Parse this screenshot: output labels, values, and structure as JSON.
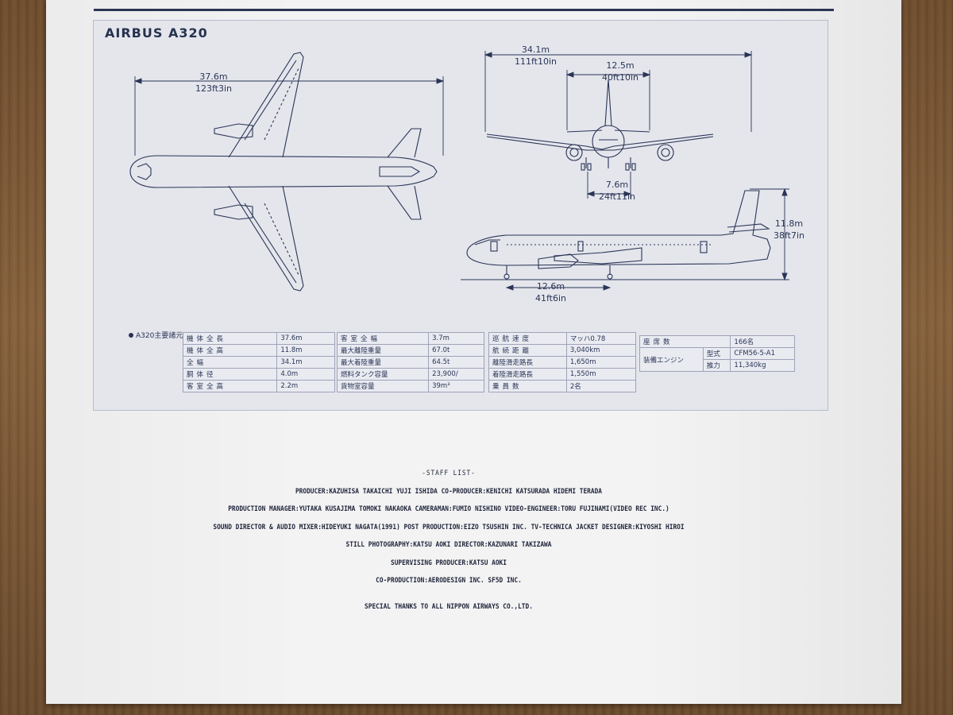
{
  "document": {
    "title": "AIRBUS A320",
    "dimensions": {
      "span": {
        "m": "37.6m",
        "ft": "123ft3in"
      },
      "tailplane_span": {
        "m": "12.5m",
        "ft": "40ft10in"
      },
      "overall_length": {
        "m": "34.1m",
        "ft": "111ft10in"
      },
      "track": {
        "m": "7.6m",
        "ft": "24ft11in"
      },
      "height": {
        "m": "11.8m",
        "ft": "38ft7in"
      },
      "wheelbase": {
        "m": "12.6m",
        "ft": "41ft6in"
      }
    },
    "spec_heading": "A320主要諸元",
    "spec_tables": [
      {
        "rows": [
          {
            "label": "機体全長",
            "value": "37.6m"
          },
          {
            "label": "機体全高",
            "value": "11.8m"
          },
          {
            "label": "全幅",
            "value": "34.1m"
          },
          {
            "label": "胴体径",
            "value": "4.0m"
          },
          {
            "label": "客室全高",
            "value": "2.2m"
          }
        ]
      },
      {
        "rows": [
          {
            "label": "客室全幅",
            "value": "3.7m"
          },
          {
            "label": "最大離陸重量",
            "value": "67.0t"
          },
          {
            "label": "最大着陸重量",
            "value": "64.5t"
          },
          {
            "label": "燃料タンク容量",
            "value": "23,900/"
          },
          {
            "label": "貨物室容量",
            "value": "39m³"
          }
        ]
      },
      {
        "rows": [
          {
            "label": "巡航速度",
            "value": "マッハ0.78"
          },
          {
            "label": "航続距離",
            "value": "3,040km"
          },
          {
            "label": "離陸滑走路長",
            "value": "1,650m"
          },
          {
            "label": "着陸滑走路長",
            "value": "1,550m"
          },
          {
            "label": "乗員数",
            "value": "2名"
          }
        ]
      }
    ],
    "spec_table_4": {
      "seats_label": "座席数",
      "seats_value": "166名",
      "engine_label": "装備エンジン",
      "engine_type_label": "型式",
      "engine_type_value": "CFM56-5-A1",
      "thrust_label": "推力",
      "thrust_value": "11,340kg"
    },
    "staff": {
      "heading": "-STAFF LIST-",
      "lines": [
        "PRODUCER:KAZUHISA TAKAICHI YUJI ISHIDA CO-PRODUCER:KENICHI KATSURADA HIDEMI TERADA",
        "PRODUCTION MANAGER:YUTAKA KUSAJIMA TOMOKI NAKAOKA CAMERAMAN:FUMIO NISHINO VIDEO-ENGINEER:TORU FUJINAMI(VIDEO REC INC.)",
        "SOUND DIRECTOR & AUDIO MIXER:HIDEYUKI NAGATA(1991) POST PRODUCTION:EIZO TSUSHIN INC. TV-TECHNICA JACKET DESIGNER:KIYOSHI HIROI",
        "STILL PHOTOGRAPHY:KATSU AOKI DIRECTOR:KAZUNARI TAKIZAWA",
        "SUPERVISING PRODUCER:KATSU AOKI",
        "CO-PRODUCTION:AERODESIGN INC. SF5D INC."
      ],
      "thanks": "SPECIAL THANKS TO ALL NIPPON AIRWAYS CO.,LTD."
    },
    "colors": {
      "ink": "#2a3456",
      "panel": "#e4e6ec",
      "paper": "#f3f3f4"
    }
  }
}
